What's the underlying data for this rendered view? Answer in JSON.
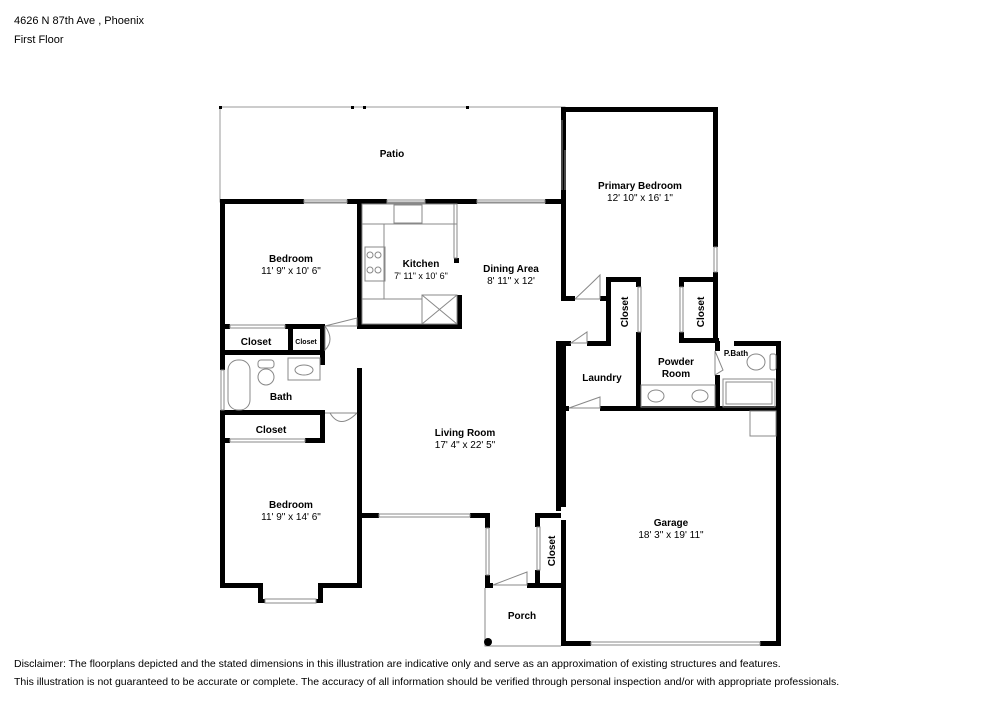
{
  "header": {
    "address": "4626 N 87th Ave , Phoenix",
    "floor": "First Floor"
  },
  "rooms": {
    "patio": {
      "name": "Patio"
    },
    "bedroom_1": {
      "name": "Bedroom",
      "dims": "11' 9\" x 10' 6\""
    },
    "kitchen": {
      "name": "Kitchen",
      "dims": "7' 11\" x 10' 6\""
    },
    "dining": {
      "name": "Dining Area",
      "dims": "8' 11\" x 12'"
    },
    "primary_bedroom": {
      "name": "Primary Bedroom",
      "dims": "12' 10\" x 16' 1\""
    },
    "closet_a": {
      "name": "Closet"
    },
    "closet_b": {
      "name": "Closet"
    },
    "closet_c": {
      "name": "Closet"
    },
    "closet_small": {
      "name": "Closet"
    },
    "closet_d": {
      "name": "Closet"
    },
    "closet_e": {
      "name": "Closet"
    },
    "bath": {
      "name": "Bath"
    },
    "powder_room": {
      "name_line1": "Powder",
      "name_line2": "Room"
    },
    "pbath": {
      "name": "P.Bath"
    },
    "laundry": {
      "name": "Laundry"
    },
    "living_room": {
      "name": "Living Room",
      "dims": "17' 4\" x 22' 5\""
    },
    "bedroom_2": {
      "name": "Bedroom",
      "dims": "11' 9\" x 14' 6\""
    },
    "garage": {
      "name": "Garage",
      "dims": "18' 3\" x 19' 11\""
    },
    "porch": {
      "name": "Porch"
    }
  },
  "disclaimer": {
    "line1": "Disclaimer: The floorplans depicted and the stated dimensions in this illustration are indicative only and serve as an approximation of existing structures and features.",
    "line2": "This illustration is not guaranteed to be accurate or complete. The accuracy of all information should be verified through personal inspection and/or with appropriate professionals."
  }
}
